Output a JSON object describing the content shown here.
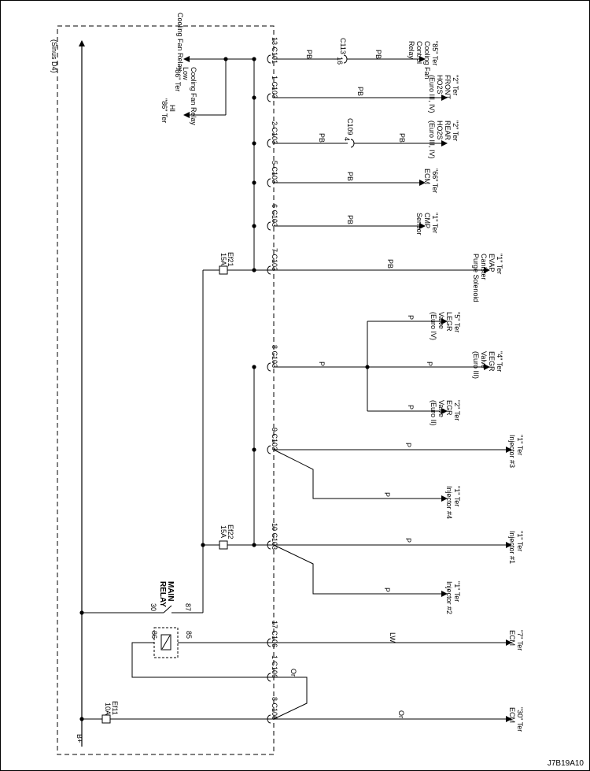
{
  "diagram": {
    "figure_ref": "J7B19A10",
    "engine": "(Sinus D4)",
    "supply": "B+",
    "main_relay": {
      "title": "MAIN",
      "title2": "RELAY",
      "pin30": "30",
      "pin87": "87",
      "pin86": "86",
      "pin85": "85"
    },
    "fuses": [
      {
        "id": "fuse-ef11",
        "name": "Ef11",
        "rating": "10A"
      },
      {
        "id": "fuse-ef21",
        "name": "Ef21",
        "rating": "15A"
      },
      {
        "id": "fuse-ef22",
        "name": "Ef22",
        "rating": "15A"
      }
    ],
    "connectors": [
      {
        "id": "c101-13",
        "pin": "13",
        "conn": "C101"
      },
      {
        "id": "c103-1",
        "pin": "1",
        "conn": "C103"
      },
      {
        "id": "c103-2",
        "pin": "2",
        "conn": "C103"
      },
      {
        "id": "c103-5",
        "pin": "5",
        "conn": "C103"
      },
      {
        "id": "c103-6",
        "pin": "6",
        "conn": "C103"
      },
      {
        "id": "c103-7",
        "pin": "7",
        "conn": "C103"
      },
      {
        "id": "c103-8",
        "pin": "8",
        "conn": "C103"
      },
      {
        "id": "c103-9",
        "pin": "9",
        "conn": "C103"
      },
      {
        "id": "c103-10",
        "pin": "10",
        "conn": "C103"
      },
      {
        "id": "c106-17",
        "pin": "17",
        "conn": "C106"
      },
      {
        "id": "c106-1",
        "pin": "1",
        "conn": "C106"
      },
      {
        "id": "c106-8",
        "pin": "8",
        "conn": "C106"
      },
      {
        "id": "c113-16",
        "pin": "16",
        "conn": "C113"
      },
      {
        "id": "c109-4",
        "pin": "4",
        "conn": "C109"
      }
    ],
    "wire_colors": {
      "pb": "PB",
      "p": "P",
      "lw": "LW",
      "or": "Or"
    },
    "loads": [
      {
        "id": "cooling-fan-low",
        "lines": [
          "Cooling Fan Relay",
          "Low",
          "\"86\" Ter"
        ]
      },
      {
        "id": "cooling-fan-hi",
        "lines": [
          "Cooling Fan Relay",
          "HI",
          "\"86\" Ter"
        ]
      },
      {
        "id": "fan-control",
        "lines": [
          "\"85\" Ter",
          "Cooling Fan",
          "Control",
          "Relay"
        ]
      },
      {
        "id": "front-ho2s",
        "lines": [
          "\"2\" Ter",
          "FRONT",
          "HO2S",
          "(Euro III, IV)"
        ]
      },
      {
        "id": "rear-ho2s",
        "lines": [
          "\"2\" Ter",
          "REAR",
          "HO2S",
          "(Euro III, IV)"
        ]
      },
      {
        "id": "ecm-66",
        "lines": [
          "\"66\" Ter",
          "ECM"
        ]
      },
      {
        "id": "cmp-sensor",
        "lines": [
          "\"1\" Ter",
          "CMP",
          "Sensor"
        ]
      },
      {
        "id": "evap-purge",
        "lines": [
          "\"1\" Ter",
          "EVAP",
          "Canister",
          "Purge Solenoid"
        ]
      },
      {
        "id": "legr-valve",
        "lines": [
          "\"5\" Ter",
          "LEGR",
          "Valve",
          "(Euro IV)"
        ]
      },
      {
        "id": "eegr-valve",
        "lines": [
          "\"4\" Ter",
          "EEGR",
          "Valve",
          "(Euro III)"
        ]
      },
      {
        "id": "egr-valve",
        "lines": [
          "\"2\" Ter",
          "EGR",
          "Valve",
          "(Euro II)"
        ]
      },
      {
        "id": "injector-3",
        "lines": [
          "\"1\" Ter",
          "Injector #3"
        ]
      },
      {
        "id": "injector-4",
        "lines": [
          "\"1\" Ter",
          "Injector #4"
        ]
      },
      {
        "id": "injector-1",
        "lines": [
          "\"1\" Ter",
          "Injector #1"
        ]
      },
      {
        "id": "injector-2",
        "lines": [
          "\"1\" Ter",
          "Injector #2"
        ]
      },
      {
        "id": "ecm-7",
        "lines": [
          "\"7\" Ter",
          "ECM"
        ]
      },
      {
        "id": "ecm-30",
        "lines": [
          "\"30\" Ter",
          "ECM"
        ]
      }
    ]
  }
}
